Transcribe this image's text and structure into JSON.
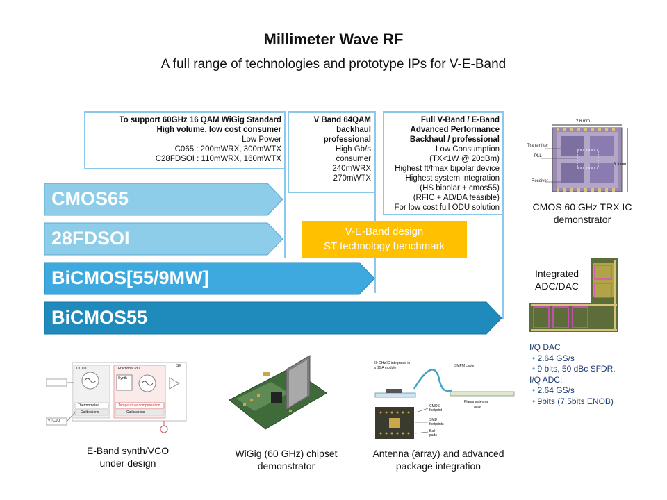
{
  "header": {
    "title": "Millimeter Wave RF",
    "subtitle": "A full range of technologies and prototype IPs for V-E-Band"
  },
  "callouts": {
    "wigig": {
      "bold": [
        "To support 60GHz 16 QAM WiGig Standard",
        "High volume, low cost consumer"
      ],
      "normal": [
        "Low Power",
        "C065 : 200mWRX, 300mWTX",
        "C28FDSOI : 110mWRX, 160mWTX"
      ]
    },
    "vband": {
      "bold": [
        "V Band 64QAM",
        "backhaul",
        "professional"
      ],
      "normal": [
        "High Gb/s",
        "consumer",
        "240mWRX",
        "270mWTX"
      ]
    },
    "full": {
      "bold": [
        "Full V-Band / E-Band",
        "Advanced Performance",
        "Backhaul / professional"
      ],
      "normal": [
        "Low Consumption",
        "(TX<1W @ 20dBm)",
        "Highest ft/fmax bipolar device",
        "Highest system integration",
        "(HS bipolar + cmos55)",
        "(RFIC + AD/DA feasible)",
        "For low cost full ODU solution"
      ]
    }
  },
  "technologies": [
    "CMOS65",
    "28FDSOI",
    "BiCMOS[55/9MW]",
    "BiCMOS55"
  ],
  "benchmark": {
    "line1": "V-E-Band design",
    "line2": "ST technology benchmark"
  },
  "colors": {
    "light_blue": "#8ecde9",
    "mid_blue": "#3ea9de",
    "dark_blue": "#1f8bbd",
    "orange": "#ffc000"
  },
  "chip_photo": {
    "dim_width": "2.6 mm",
    "dim_height": "3.3 mm",
    "label_tx": "Transmitter",
    "label_pll": "PLL",
    "label_rx": "Receiver",
    "caption_line1": "CMOS 60 GHz TRX IC",
    "caption_line2": "demonstrator"
  },
  "adc": {
    "label_line1": "Integrated",
    "label_line2": "ADC/DAC",
    "list": {
      "dac_head": "I/Q DAC",
      "dac_items": [
        "2.64 GS/s",
        "9 bits, 50 dBc SFDR."
      ],
      "adc_head": "I/Q ADC:",
      "adc_items": [
        " 2.64 GS/s",
        "9bits (7.5bits ENOB)"
      ]
    }
  },
  "bottom": {
    "synth": {
      "caption_line1": "E-Band synth/VCO",
      "caption_line2": "under design",
      "block_dcxo": "DCXO",
      "block_pll": "Fractional PLL",
      "block_synth": "Synth",
      "block_sx": "SX",
      "block_thermo": "Thermometer",
      "block_temp": "Temperature compensation",
      "block_cal1": "Calibrations",
      "block_cal2": "Calibrations",
      "block_vtcxo": "VTCXO"
    },
    "wigig": {
      "caption_line1": "WiGig (60 GHz) chipset",
      "caption_line2": "demonstrator"
    },
    "antenna": {
      "caption_line1": "Antenna (array) and advanced",
      "caption_line2": "package integration",
      "label_ic": "60 GHz IC integrated in",
      "label_ic2": "a BGA module",
      "label_smpm": "SMPM cable",
      "label_planar": "Planar antenna",
      "label_planar2": "array",
      "label_cmos": "CMOS",
      "label_cmos2": "footprint",
      "label_smd": "SMD",
      "label_smd2": "footprints",
      "label_ball": "Ball",
      "label_ball2": "pads"
    }
  }
}
